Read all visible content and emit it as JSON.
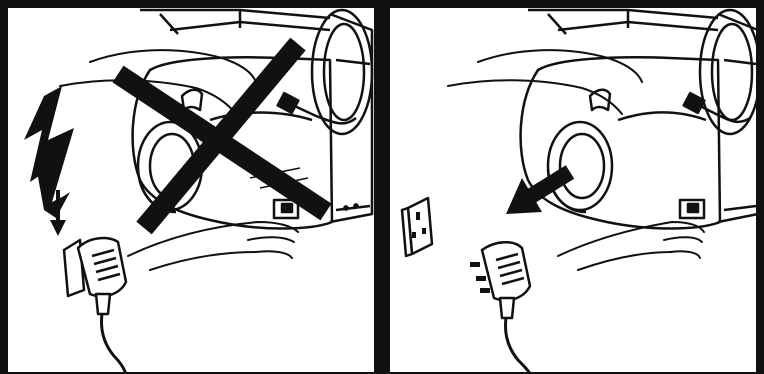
{
  "figure": {
    "panels": [
      {
        "id": "incorrect",
        "status": "prohibited",
        "icons": [
          "lightning-bolt-icon",
          "down-arrow-icon",
          "cross-out-mark-icon",
          "plug-icon"
        ]
      },
      {
        "id": "correct",
        "status": "allowed",
        "icons": [
          "wall-socket-icon",
          "pull-out-arrow-icon",
          "unplugged-plug-icon"
        ]
      }
    ],
    "colors": {
      "ink": "#111111",
      "paper": "#ffffff"
    }
  }
}
